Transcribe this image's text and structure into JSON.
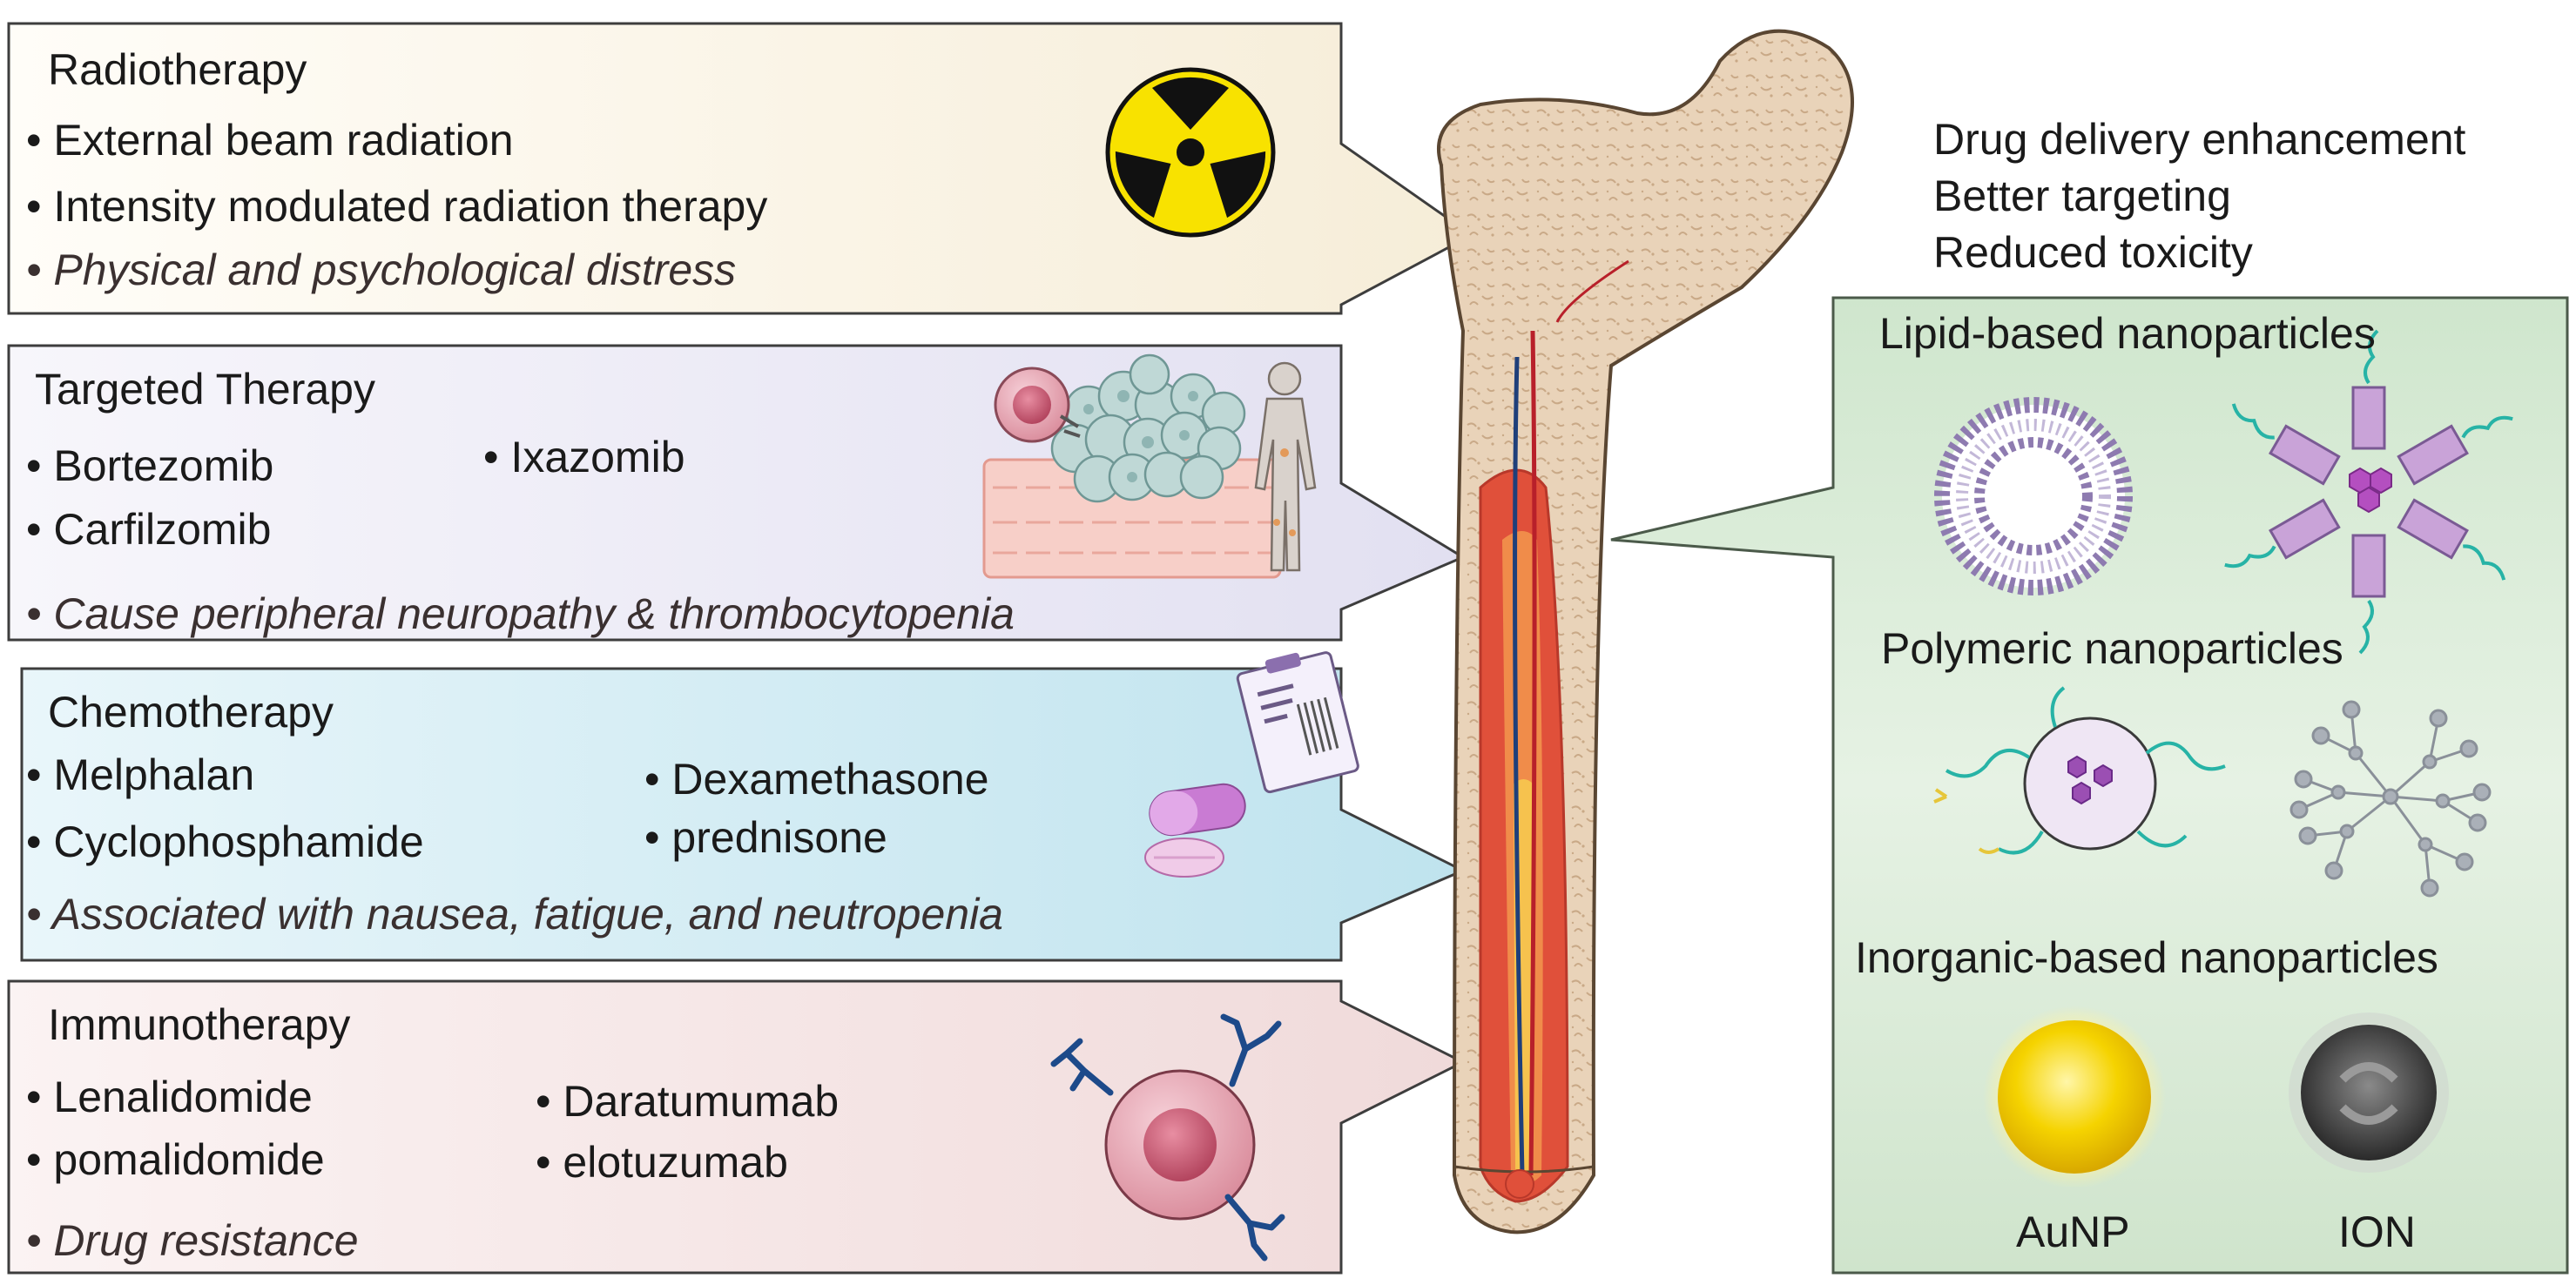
{
  "panels": {
    "radiotherapy": {
      "title": "Radiotherapy",
      "items": [
        "External beam radiation",
        "Intensity modulated radiation therapy"
      ],
      "note": "Physical and psychological distress"
    },
    "targeted": {
      "title": "Targeted Therapy",
      "items": [
        "Bortezomib",
        "Carfilzomib",
        "Ixazomib"
      ],
      "note": "Cause peripheral neuropathy & thrombocytopenia"
    },
    "chemo": {
      "title": "Chemotherapy",
      "items": [
        "Melphalan",
        "Cyclophosphamide",
        "Dexamethasone",
        "prednisone"
      ],
      "note": "Associated with nausea, fatigue, and neutropenia"
    },
    "immuno": {
      "title": "Immunotherapy",
      "items": [
        "Lenalidomide",
        "pomalidomide",
        "Daratumumab",
        "elotuzumab"
      ],
      "note": "Drug resistance"
    }
  },
  "benefits": [
    "Drug delivery enhancement",
    "Better targeting",
    "Reduced toxicity"
  ],
  "nano": {
    "lipid": "Lipid-based nanoparticles",
    "polymeric": "Polymeric nanoparticles",
    "inorganic": "Inorganic-based nanoparticles",
    "aunp": "AuNP",
    "ion": "ION"
  },
  "bullet": "•",
  "colors": {
    "radio_bg": "#fbf6ea",
    "targeted_bg": "#ecebf6",
    "chemo_bg": "#d4edf5",
    "immuno_bg": "#f6e6e6",
    "nano_bg": "#d9ecd8",
    "bone": "#e7cfb4",
    "marrow": "#e0503a"
  }
}
